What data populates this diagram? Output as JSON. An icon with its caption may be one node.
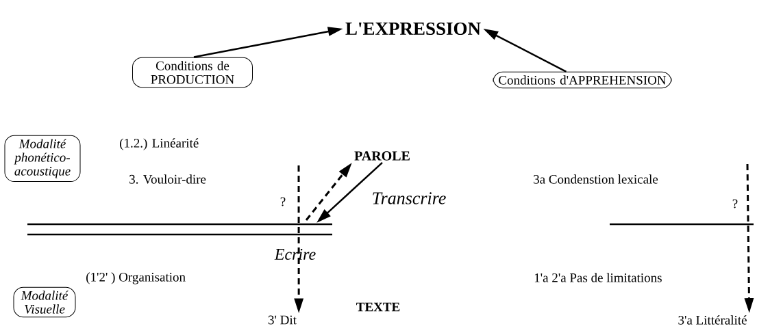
{
  "diagram": {
    "nodes": [
      {
        "text": [
          "L'EXPRESSION"
        ]
      },
      {
        "text": [
          "Conditions de PRODUCTION"
        ]
      },
      {
        "text": [
          "Conditions d'APPREHENSION"
        ]
      },
      {
        "text": [
          "Modalité phonético-acoustique"
        ]
      },
      {
        "text": [
          "Modalité Visuelle"
        ]
      },
      {
        "text": [
          "PAROLE"
        ]
      },
      {
        "text": [
          "3' Dit"
        ]
      },
      {
        "text": [
          "3'a Littéralité"
        ]
      }
    ],
    "edges": [
      {
        "from": 1,
        "to": 0,
        "arrow": "to"
      },
      {
        "from": 2,
        "to": 0,
        "arrow": "to"
      },
      {
        "from": null,
        "to": 5,
        "arrow": "to",
        "style": "dashed"
      },
      {
        "from": 5,
        "to": null,
        "arrow": "to"
      },
      {
        "from": null,
        "to": 6,
        "arrow": "to",
        "style": "dashed"
      },
      {
        "from": null,
        "to": 7,
        "arrow": "to",
        "style": "dashed"
      }
    ],
    "labels": [
      "(1.2.) Linéarité",
      "3. Vouloir-dire",
      "?",
      "Transcrire",
      "Ecrire",
      "(1'2' ) Organisation",
      "TEXTE",
      "3a Condenstion lexicale",
      "?",
      "1'a 2'a Pas de limitations"
    ]
  }
}
